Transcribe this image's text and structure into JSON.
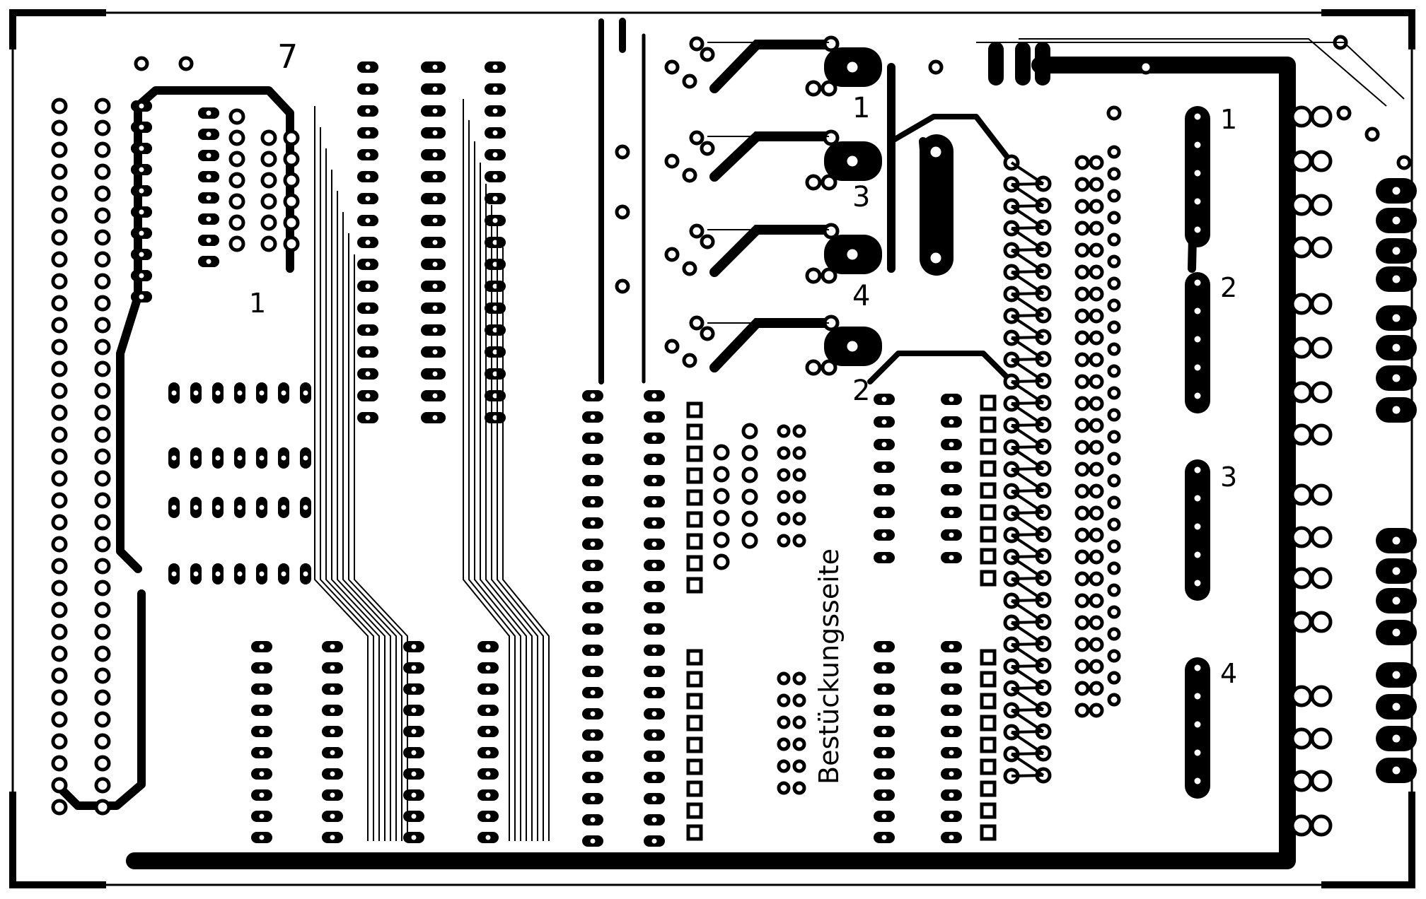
{
  "board": {
    "side_label": "Bestückungsseite",
    "corner_number": "7",
    "ic_pin1_marker": "1",
    "relay_labels": [
      "1",
      "3",
      "4",
      "2"
    ],
    "group_labels": [
      "1",
      "2",
      "3",
      "4"
    ]
  },
  "colors": {
    "copper": "#000000",
    "background": "#ffffff"
  }
}
